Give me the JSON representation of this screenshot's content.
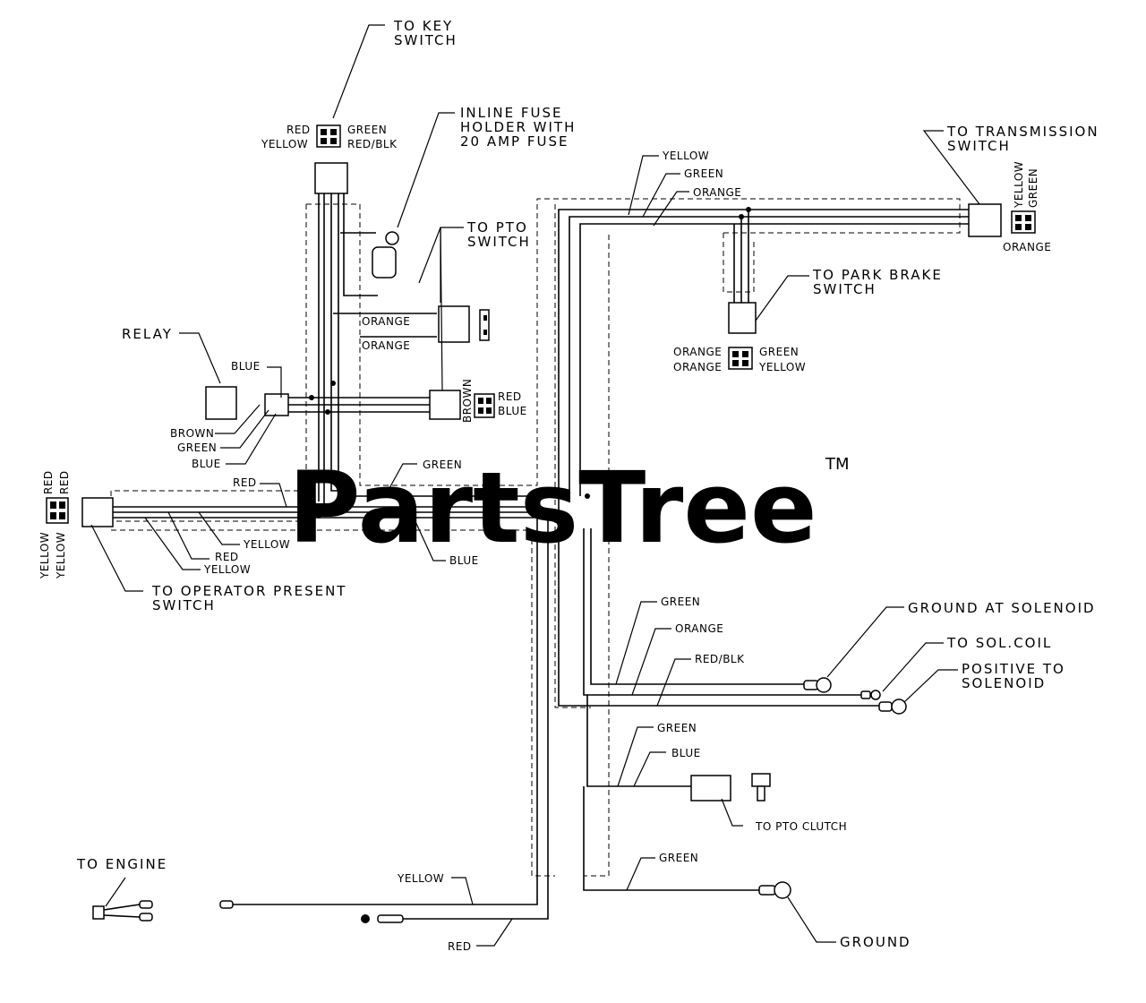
{
  "watermark": {
    "text": "PartsTree",
    "tm": "TM"
  },
  "callouts": {
    "key_switch": [
      "TO KEY",
      "SWITCH"
    ],
    "inline_fuse": [
      "INLINE FUSE",
      "HOLDER WITH",
      "20 AMP FUSE"
    ],
    "pto_switch": [
      "TO PTO",
      "SWITCH"
    ],
    "relay": "RELAY",
    "transmission_switch": [
      "TO TRANSMISSION",
      "SWITCH"
    ],
    "park_brake_switch": [
      "TO PARK BRAKE",
      "SWITCH"
    ],
    "operator_present_switch": [
      "TO OPERATOR PRESENT",
      "SWITCH"
    ],
    "ground_at_solenoid": "GROUND AT SOLENOID",
    "sol_coil": "TO SOL.COIL",
    "positive_to_solenoid": [
      "POSITIVE TO",
      "SOLENOID"
    ],
    "pto_clutch": "TO PTO CLUTCH",
    "to_engine": "TO ENGINE",
    "ground": "GROUND"
  },
  "wire_labels": {
    "key_red": "RED",
    "key_green": "GREEN",
    "key_yellow": "YELLOW",
    "key_redblk": "RED/BLK",
    "pto_orange_1": "ORANGE",
    "pto_orange_2": "ORANGE",
    "relay_blue": "BLUE",
    "relay_brown": "BROWN",
    "relay_green": "GREEN",
    "relay_blue_2": "BLUE",
    "conn_brown": "BROWN",
    "conn_red": "RED",
    "conn_blue": "BLUE",
    "trans_yellow": "YELLOW",
    "trans_green": "GREEN",
    "trans_orange": "ORANGE",
    "trans_conn_yellow": "YELLOW",
    "trans_conn_green": "GREEN",
    "trans_conn_orange": "ORANGE",
    "park_orange_1": "ORANGE",
    "park_orange_2": "ORANGE",
    "park_green": "GREEN",
    "park_yellow": "YELLOW",
    "harness_red": "RED",
    "harness_green": "GREEN",
    "harness_blue": "BLUE",
    "op_yellow_a": "YELLOW",
    "op_red": "RED",
    "op_yellow_b": "YELLOW",
    "op_conn_red_1": "RED",
    "op_conn_red_2": "RED",
    "op_conn_yellow_1": "YELLOW",
    "op_conn_yellow_2": "YELLOW",
    "sol_green": "GREEN",
    "sol_orange": "ORANGE",
    "sol_redblk": "RED/BLK",
    "clutch_green": "GREEN",
    "clutch_blue": "BLUE",
    "ground_green": "GREEN",
    "engine_yellow": "YELLOW",
    "engine_red": "RED"
  }
}
